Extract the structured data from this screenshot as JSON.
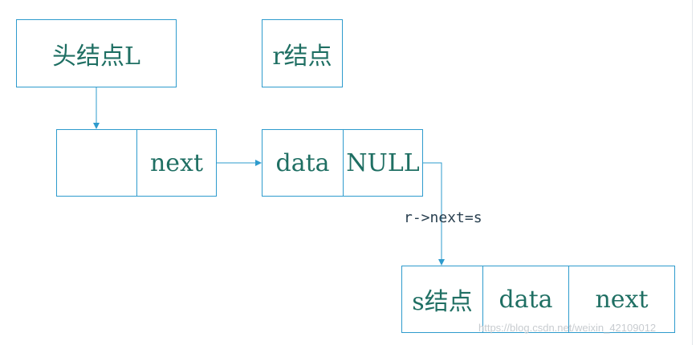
{
  "nodes": {
    "head": {
      "label": "头结点L"
    },
    "r": {
      "label": "r结点"
    },
    "first": {
      "data": "",
      "next": "next"
    },
    "second": {
      "data": "data",
      "next": "NULL"
    },
    "s": {
      "label": "s结点",
      "data": "data",
      "next": "next"
    }
  },
  "edge_label": "r->next=s",
  "watermark": "https://blog.csdn.net/weixin_42109012",
  "colors": {
    "border": "#2e9bcd",
    "text": "#1f6f63"
  }
}
